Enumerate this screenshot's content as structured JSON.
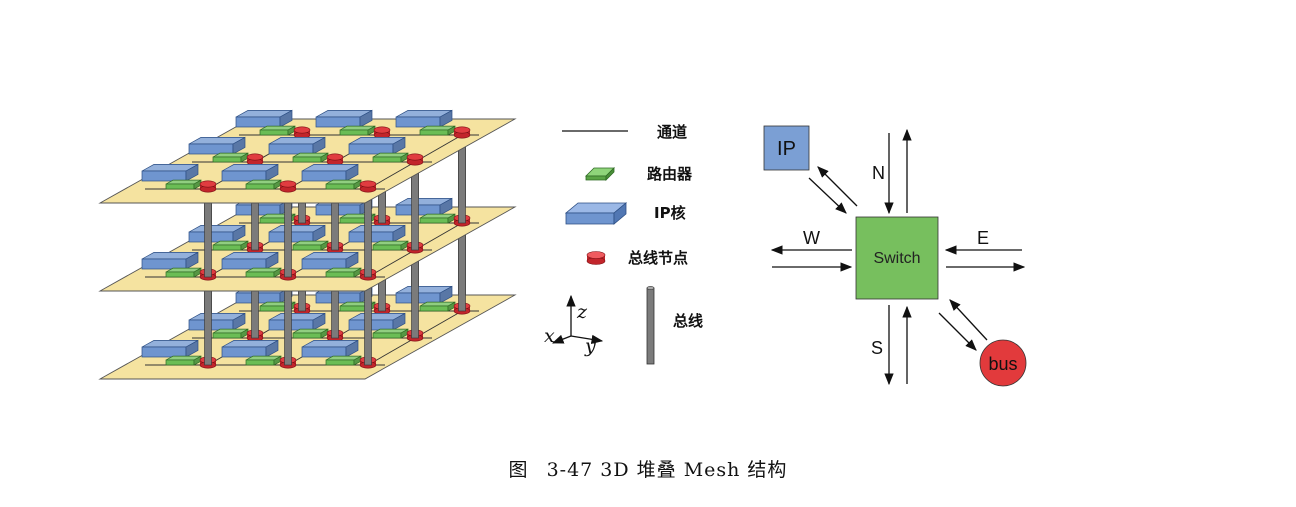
{
  "legend": {
    "channel": "通道",
    "router": "路由器",
    "ip_core": "IP核",
    "bus_node": "总线节点",
    "bus": "总线"
  },
  "axes": {
    "x": "x",
    "y": "y",
    "z": "z"
  },
  "switch_diagram": {
    "ip": "IP",
    "switch": "Switch",
    "bus": "bus",
    "north": "N",
    "south": "S",
    "east": "E",
    "west": "W"
  },
  "caption": {
    "prefix": "图",
    "number": "3-47",
    "title": "3D 堆叠 Mesh 结构"
  },
  "colors": {
    "layer": "#f5e3a0",
    "ip_core": "#6f95cf",
    "router": "#6bbd55",
    "bus_node": "#e03c40",
    "bus_pillar": "#7b7b7b",
    "switch": "#77bf5e",
    "ip_box": "#7b9fd4",
    "bus_circle": "#e23a3c"
  }
}
